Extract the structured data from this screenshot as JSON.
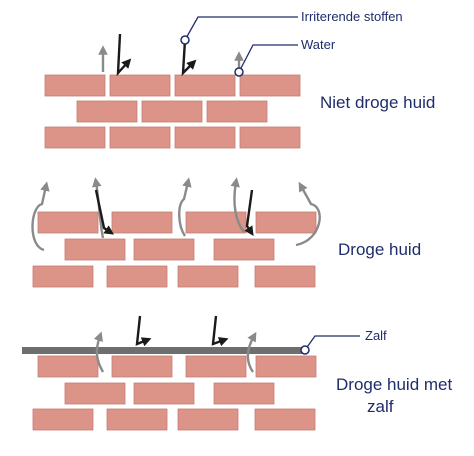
{
  "callouts": {
    "irritants": "Irriterende stoffen",
    "water": "Water",
    "ointment": "Zalf"
  },
  "sections": {
    "normal": "Niet droge huid",
    "dry": "Droge huid",
    "dry_ointment_line1": "Droge huid met",
    "dry_ointment_line2": "zalf"
  },
  "colors": {
    "brick": "#dc9488",
    "brick_edge": "#c57e74",
    "ointment": "#6e6e6e",
    "irritant_arrow": "#1a1a1a",
    "water_arrow": "#8a8a8a",
    "label": "#1f2d6b"
  }
}
